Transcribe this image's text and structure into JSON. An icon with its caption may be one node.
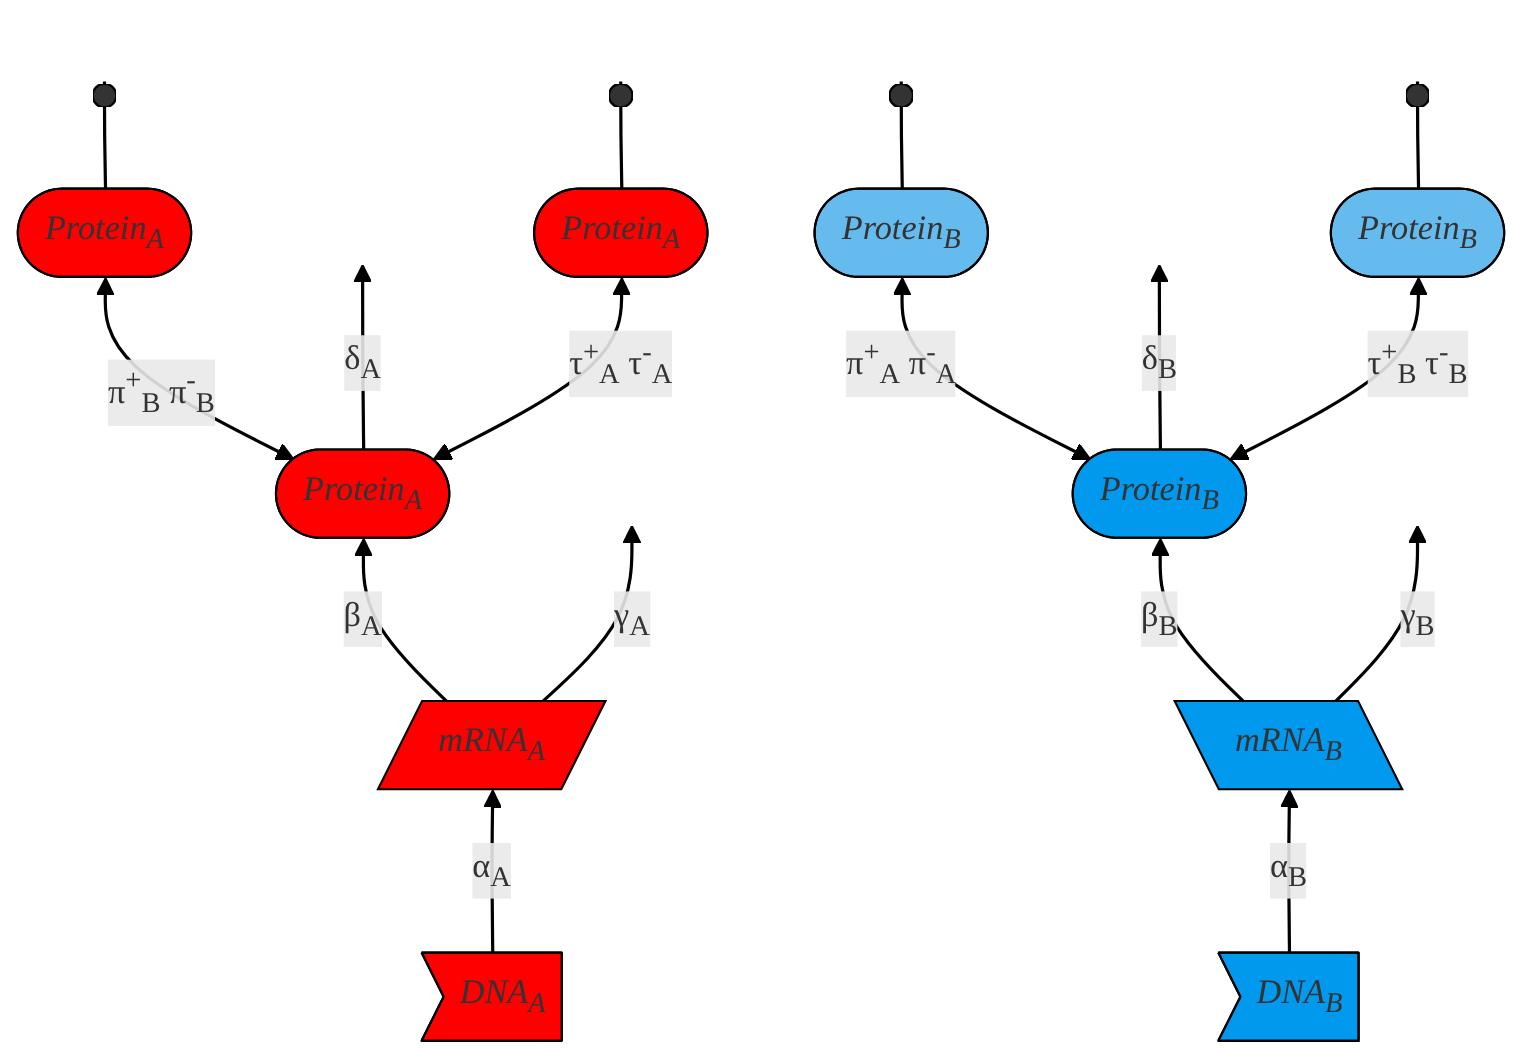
{
  "diagram": {
    "nodes": [
      {
        "text": [
          "Protein$_{B}$"
        ]
      },
      {
        "text": [
          "Protein$_{A}$"
        ]
      },
      {
        "text": [
          "mRNA$_{A}$"
        ]
      },
      {
        "text": [
          "mRNA$_{B}$"
        ]
      },
      {
        "text": [
          "Protein$_{A}$"
        ]
      },
      {
        "text": [
          "Protein$_{B}$"
        ]
      },
      {
        "text": [
          "DNA$_{A}$"
        ]
      },
      {
        "text": [
          "Protein$_{A}$"
        ]
      },
      {
        "text": [
          "Protein$_{B}$"
        ]
      },
      {
        "text": [
          "DNA$_{B}$"
        ]
      }
    ],
    "edges": [
      {
        "from": 1,
        "to": 4,
        "arrow": "both",
        "label": "π$^{+}$$_{B}$ π$^{-}$$_{B}$"
      },
      {
        "from": 0,
        "to": 8,
        "arrow": "both",
        "label": "π$^{+}$$_{A}$ π$^{-}$$_{A}$"
      },
      {
        "from": 0,
        "to": null,
        "arrow": "to",
        "label": "δ$_{B}$"
      },
      {
        "from": 1,
        "to": null,
        "arrow": "to",
        "label": "δ$_{A}$"
      },
      {
        "from": 0,
        "to": 5,
        "arrow": "both",
        "label": "τ$^{+}$$_{B}$ τ$^{-}$$_{B}$"
      },
      {
        "from": 1,
        "to": 7,
        "arrow": "both",
        "label": "τ$^{+}$$_{A}$ τ$^{-}$$_{A}$"
      },
      {
        "from": 2,
        "to": 1,
        "arrow": "to",
        "label": "β$_{A}$"
      },
      {
        "from": 3,
        "to": 0,
        "arrow": "to",
        "label": "β$_{B}$"
      },
      {
        "from": 2,
        "to": null,
        "arrow": "to",
        "label": "γ$_{A}$"
      },
      {
        "from": 3,
        "to": null,
        "arrow": "to",
        "label": "γ$_{B}$"
      },
      {
        "from": 6,
        "to": 2,
        "arrow": "to",
        "label": "α$_{A}$"
      },
      {
        "from": 9,
        "to": 3,
        "arrow": "to",
        "label": "α$_{B}$"
      },
      {
        "from": 4,
        "to": null,
        "arrow": "other"
      },
      {
        "from": 5,
        "to": null,
        "arrow": "other"
      },
      {
        "from": 8,
        "to": null,
        "arrow": "other"
      },
      {
        "from": 7,
        "to": null,
        "arrow": "other"
      }
    ]
  }
}
